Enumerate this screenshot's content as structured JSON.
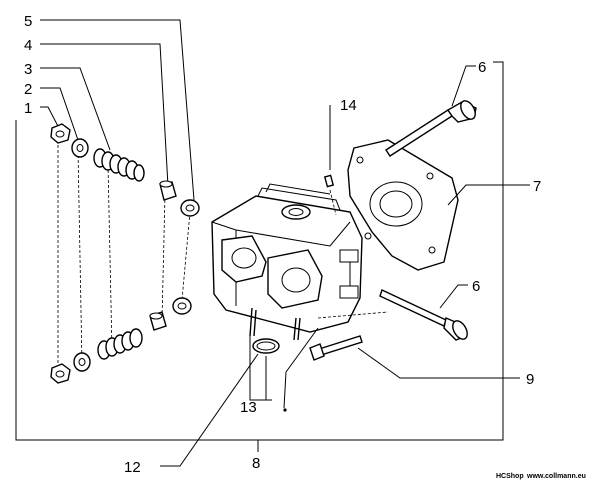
{
  "callouts": {
    "c1": "1",
    "c2": "2",
    "c3": "3",
    "c4": "4",
    "c5": "5",
    "c6a": "6",
    "c6b": "6",
    "c7": "7",
    "c8": "8",
    "c9": "9",
    "c12": "12",
    "c13": "13",
    "c14": "14"
  },
  "footer": {
    "shop": "HCShop",
    "site": "www.collmann.eu"
  }
}
